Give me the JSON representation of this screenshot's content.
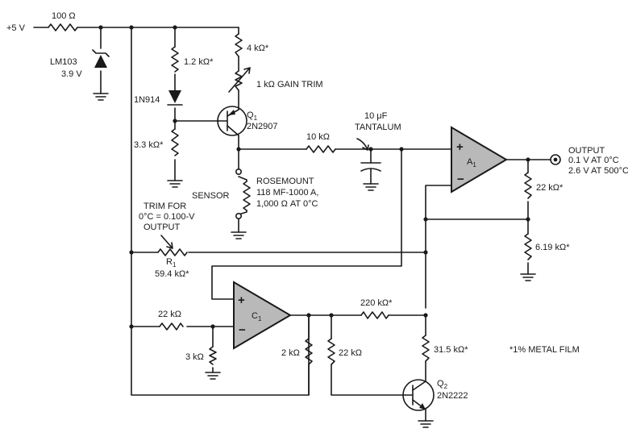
{
  "labels": {
    "supply": "+5 V",
    "r_100": "100 Ω",
    "zener_part": "LM103",
    "zener_volt": "3.9 V",
    "r_1k2": "1.2 kΩ*",
    "diode": "1N914",
    "r_3k3": "3.3 kΩ*",
    "r_4k": "4 kΩ*",
    "gain_trim": "1 kΩ  GAIN TRIM",
    "q1": "Q",
    "q1_sub": "1",
    "q1_part": "2N2907",
    "r_10k": "10 kΩ",
    "cap_val": "10 μF",
    "cap_type": "TANTALUM",
    "sensor": "SENSOR",
    "rosemount_1": "ROSEMOUNT",
    "rosemount_2": "118 MF-1000 A,",
    "rosemount_3": "1,000 Ω AT 0°C",
    "a1": "A",
    "a1_sub": "1",
    "plus": "+",
    "minus": "−",
    "output_1": "OUTPUT",
    "output_2": "0.1 V AT 0°C",
    "output_3": "2.6 V AT 500°C",
    "r_22k_out": "22 kΩ*",
    "r_6k19": "6.19 kΩ*",
    "trim_1": "TRIM FOR",
    "trim_2": "0°C = 0.100-V",
    "trim_3": "OUTPUT",
    "r1": "R",
    "r1_sub": "1",
    "r1_val": "59.4 kΩ*",
    "c1": "C",
    "c1_sub": "1",
    "r_22k_in": "22 kΩ",
    "r_3k": "3 kΩ",
    "r_2k": "2 kΩ",
    "r_22k_fb": "22 kΩ",
    "r_220k": "220 kΩ*",
    "r_31k5": "31.5 kΩ*",
    "q2": "Q",
    "q2_sub": "2",
    "q2_part": "2N2222",
    "note": "*1% METAL FILM"
  }
}
